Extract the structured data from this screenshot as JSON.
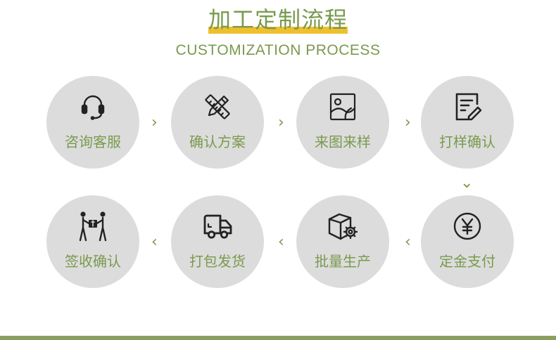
{
  "header": {
    "title": "加工定制流程",
    "subtitle": "CUSTOMIZATION PROCESS"
  },
  "colors": {
    "accent": "#7a9a4e",
    "highlight": "#efc02e",
    "circle": "#dcdcdc",
    "icon": "#222222"
  },
  "steps": [
    {
      "label": "咨询客服",
      "icon": "headset-icon"
    },
    {
      "label": "确认方案",
      "icon": "pencil-ruler-icon"
    },
    {
      "label": "来图来样",
      "icon": "image-icon"
    },
    {
      "label": "打样确认",
      "icon": "document-edit-icon"
    },
    {
      "label": "定金支付",
      "icon": "yen-coin-icon"
    },
    {
      "label": "批量生产",
      "icon": "box-gear-icon"
    },
    {
      "label": "打包发货",
      "icon": "delivery-truck-icon"
    },
    {
      "label": "签收确认",
      "icon": "handover-package-icon"
    }
  ],
  "arrows": {
    "right": "›",
    "left": "‹",
    "down": "⌄"
  }
}
